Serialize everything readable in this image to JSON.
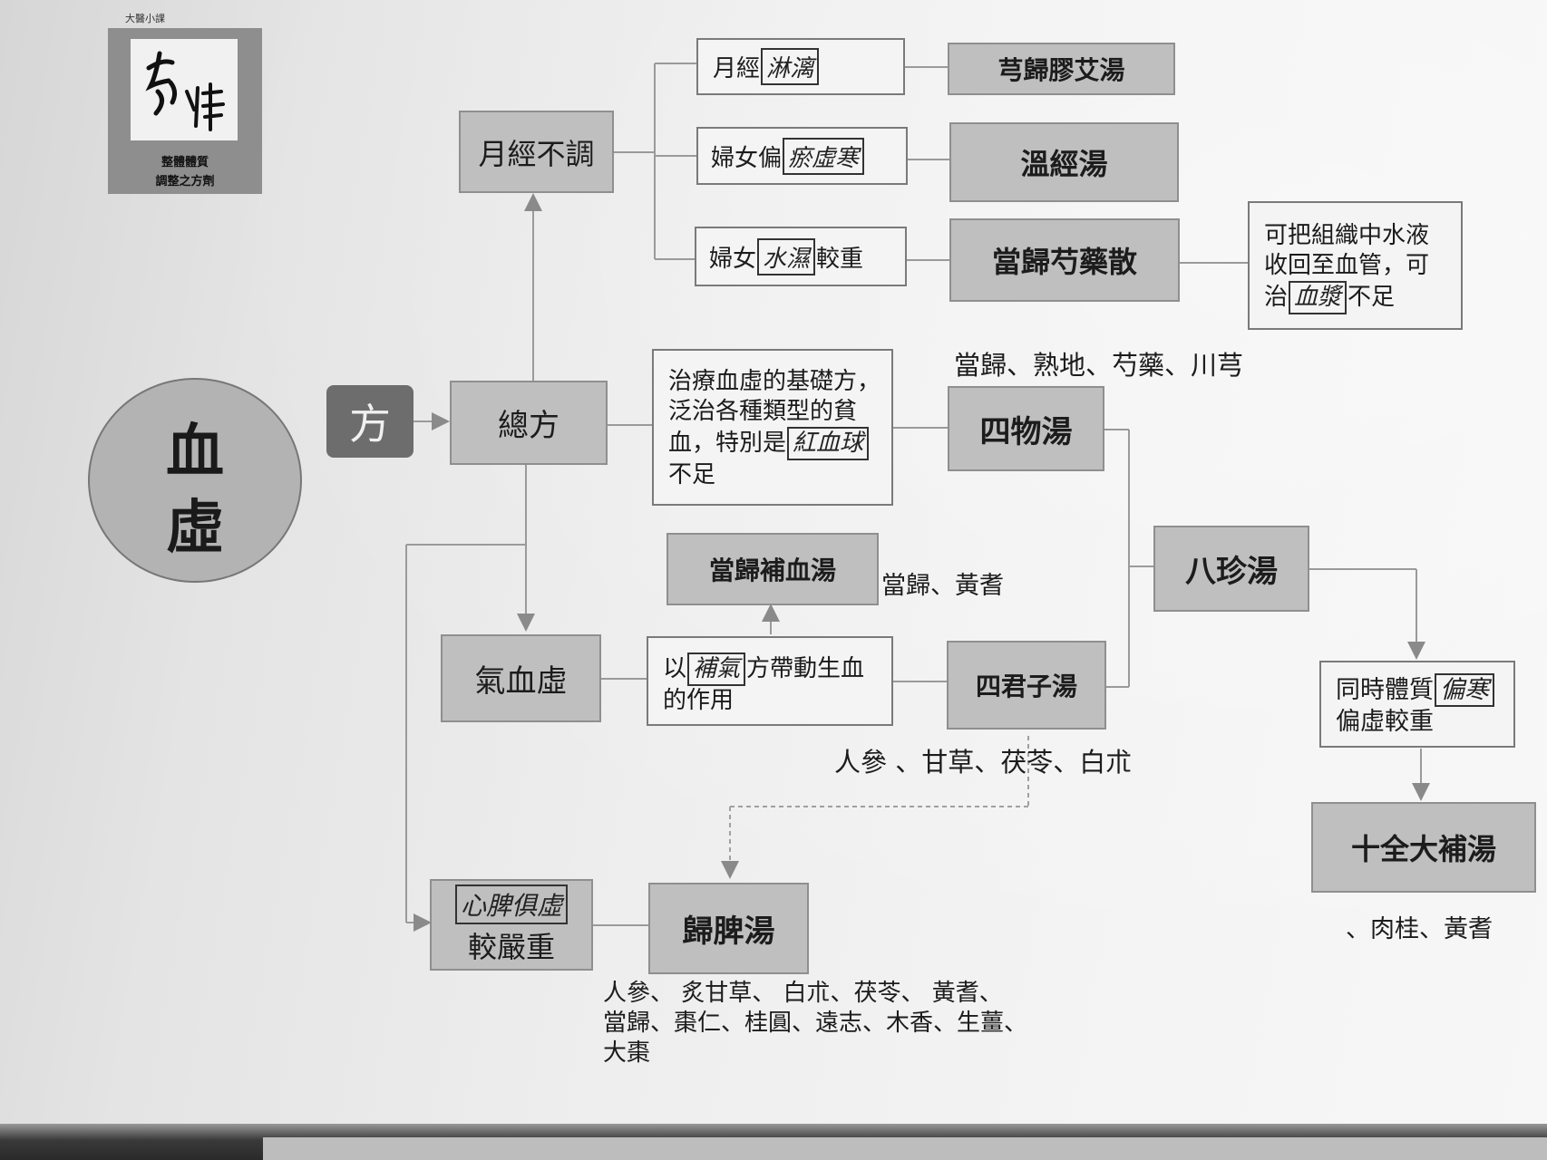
{
  "logo": {
    "top_text": "大醫小課",
    "brand": "方律",
    "caption_line1": "整體體質",
    "caption_line2": "調整之方劑"
  },
  "center": {
    "line1": "血",
    "line2": "虛"
  },
  "fang": "方",
  "nodes": {
    "zong_fang": "總方",
    "yuejing_butiao": "月經不調",
    "qixue_xu": "氣血虛",
    "yuejing_linli": {
      "prefix": "月經",
      "handwritten": "淋漓"
    },
    "funu_pian": {
      "prefix": "婦女偏",
      "handwritten": "瘀虛寒"
    },
    "funu_jiaozhong": {
      "prefix": "婦女",
      "handwritten": "水濕",
      "suffix": "較重"
    },
    "xiongui_jiaoai_tang": "芎歸膠艾湯",
    "wenjing_tang": "溫經湯",
    "danggui_shaoyao_san": "當歸芍藥散",
    "shaoyao_note": {
      "line1": "可把組織中水液",
      "line2": "收回至血管，可",
      "prefix3": "治",
      "handwritten3": "血漿",
      "suffix3": "不足"
    },
    "siwu_desc": {
      "line1": "治療血虛的基礎方，",
      "line2": "泛治各種類型的貧",
      "line3_prefix": "血，特別是",
      "line3_handwritten": "紅血球",
      "line4": "不足"
    },
    "siwu_tang": "四物湯",
    "siwu_herbs": "當歸、熟地、芍藥、川芎",
    "danggui_buxue_tang": "當歸補血湯",
    "danggui_buxue_herbs": "當歸、黃耆",
    "buqi_desc": {
      "prefix": "以",
      "handwritten": "補氣",
      "suffix": "方帶動生血",
      "line2": "的作用"
    },
    "sijunzi_tang": "四君子湯",
    "sijunzi_herbs": "人參 、甘草、茯苓、白朮",
    "bazhen_tang": "八珍湯",
    "tongshi_desc": {
      "prefix": "同時體質",
      "handwritten": "偏寒",
      "line2": "偏虛較重"
    },
    "shiquan_tang": "十全大補湯",
    "shiquan_herbs": "、肉桂、黃耆",
    "xinpi_desc": {
      "handwritten": "心脾俱虛",
      "line2": "較嚴重"
    },
    "guipi_tang": "歸脾湯",
    "guipi_herbs": {
      "line1": "人參、 炙甘草、 白朮、茯苓、 黃耆、",
      "line2": "當歸、棗仁、桂圓、遠志、木香、生薑、",
      "line3": "大棗"
    }
  }
}
